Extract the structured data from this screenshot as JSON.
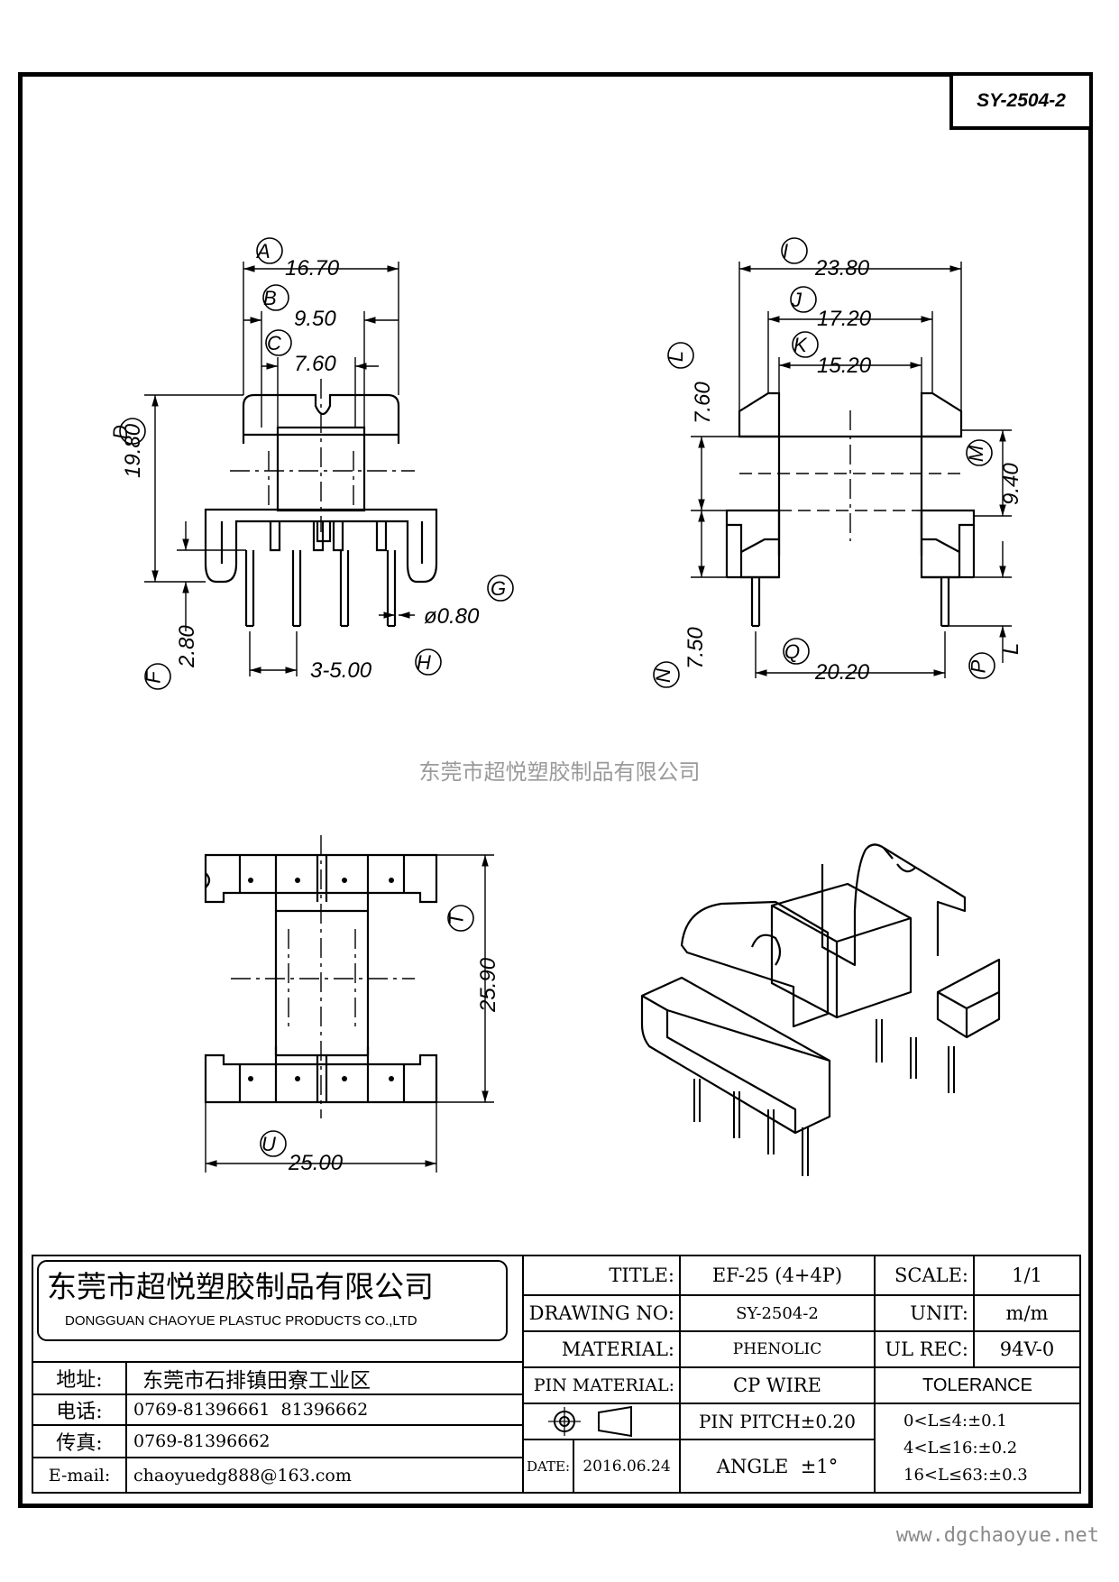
{
  "drawing_number_badge": "SY-2504-2",
  "watermark": "东莞市超悦塑胶制品有限公司",
  "website": "www.dgchaoyue.net",
  "front_view": {
    "dims": [
      {
        "letter": "A",
        "value": "16.70"
      },
      {
        "letter": "B",
        "value": "9.50"
      },
      {
        "letter": "C",
        "value": "7.60"
      },
      {
        "letter": "D",
        "value": "19.80"
      },
      {
        "letter": "F",
        "value": "2.80"
      },
      {
        "letter": "G",
        "value": "ø0.80"
      },
      {
        "letter": "H",
        "value": "3-5.00"
      }
    ]
  },
  "side_view": {
    "dims": [
      {
        "letter": "I",
        "value": "23.80"
      },
      {
        "letter": "J",
        "value": "17.20"
      },
      {
        "letter": "K",
        "value": "15.20"
      },
      {
        "letter": "L",
        "value": "7.60"
      },
      {
        "letter": "M",
        "value": "9.40"
      },
      {
        "letter": "N",
        "value": "7.50"
      },
      {
        "letter": "Q",
        "value": "20.20"
      },
      {
        "letter": "P",
        "value": "L"
      }
    ]
  },
  "bottom_view": {
    "dims": [
      {
        "letter": "T",
        "value": "25.90"
      },
      {
        "letter": "U",
        "value": "25.00"
      }
    ]
  },
  "title_block": {
    "company_cn": "东莞市超悦塑胶制品有限公司",
    "company_en": "DONGGUAN CHAOYUE PLASTUC PRODUCTS CO.,LTD",
    "address_label": "地址:",
    "address": "东莞市石排镇田寮工业区",
    "phone_label": "电话:",
    "phone": "0769-81396661  81396662",
    "fax_label": "传真:",
    "fax": "0769-81396662",
    "email_label": "E-mail:",
    "email": "chaoyuedg888@163.com",
    "title_label": "TITLE:",
    "title": "EF-25 (4+4P)",
    "drawing_no_label": "DRAWING NO:",
    "drawing_no": "SY-2504-2",
    "material_label": "MATERIAL:",
    "material": "PHENOLIC",
    "pin_material_label": "PIN MATERIAL:",
    "pin_material": "CP WIRE",
    "pin_pitch": "PIN PITCH±0.20",
    "angle": "ANGLE  ±1°",
    "date_label": "DATE:",
    "date": "2016.06.24",
    "scale_label": "SCALE:",
    "scale": "1/1",
    "unit_label": "UNIT:",
    "unit": "m/m",
    "ul_label": "UL REC:",
    "ul": "94V-0",
    "tolerance_label": "TOLERANCE",
    "tolerances": [
      "0<L≤4:±0.1",
      "4<L≤16:±0.2",
      "16<L≤63:±0.3"
    ]
  }
}
